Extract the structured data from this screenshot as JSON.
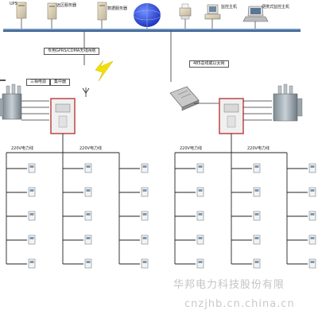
{
  "top_labels": {
    "ups": "UPS",
    "remote_server": "远区服务器",
    "data_server": "数据服务器",
    "monitor_host": "监控主机",
    "portable_host": "便携式监控主机"
  },
  "network": {
    "gprs_label": "专用GPRS/CDMA无线网络",
    "rs485_label": "485总线或以太网"
  },
  "left_station": {
    "three_phase_label": "三相电源",
    "collector_label": "集中器",
    "partial_label": "",
    "branch_labels": [
      "220V电力线",
      "220V电力线"
    ]
  },
  "right_station": {
    "branch_labels": [
      "220V电力线",
      "220V电力线"
    ]
  },
  "watermark": {
    "company": "华邦电力科技股份有限",
    "site": "cnzjhb.cn.china.cn"
  }
}
